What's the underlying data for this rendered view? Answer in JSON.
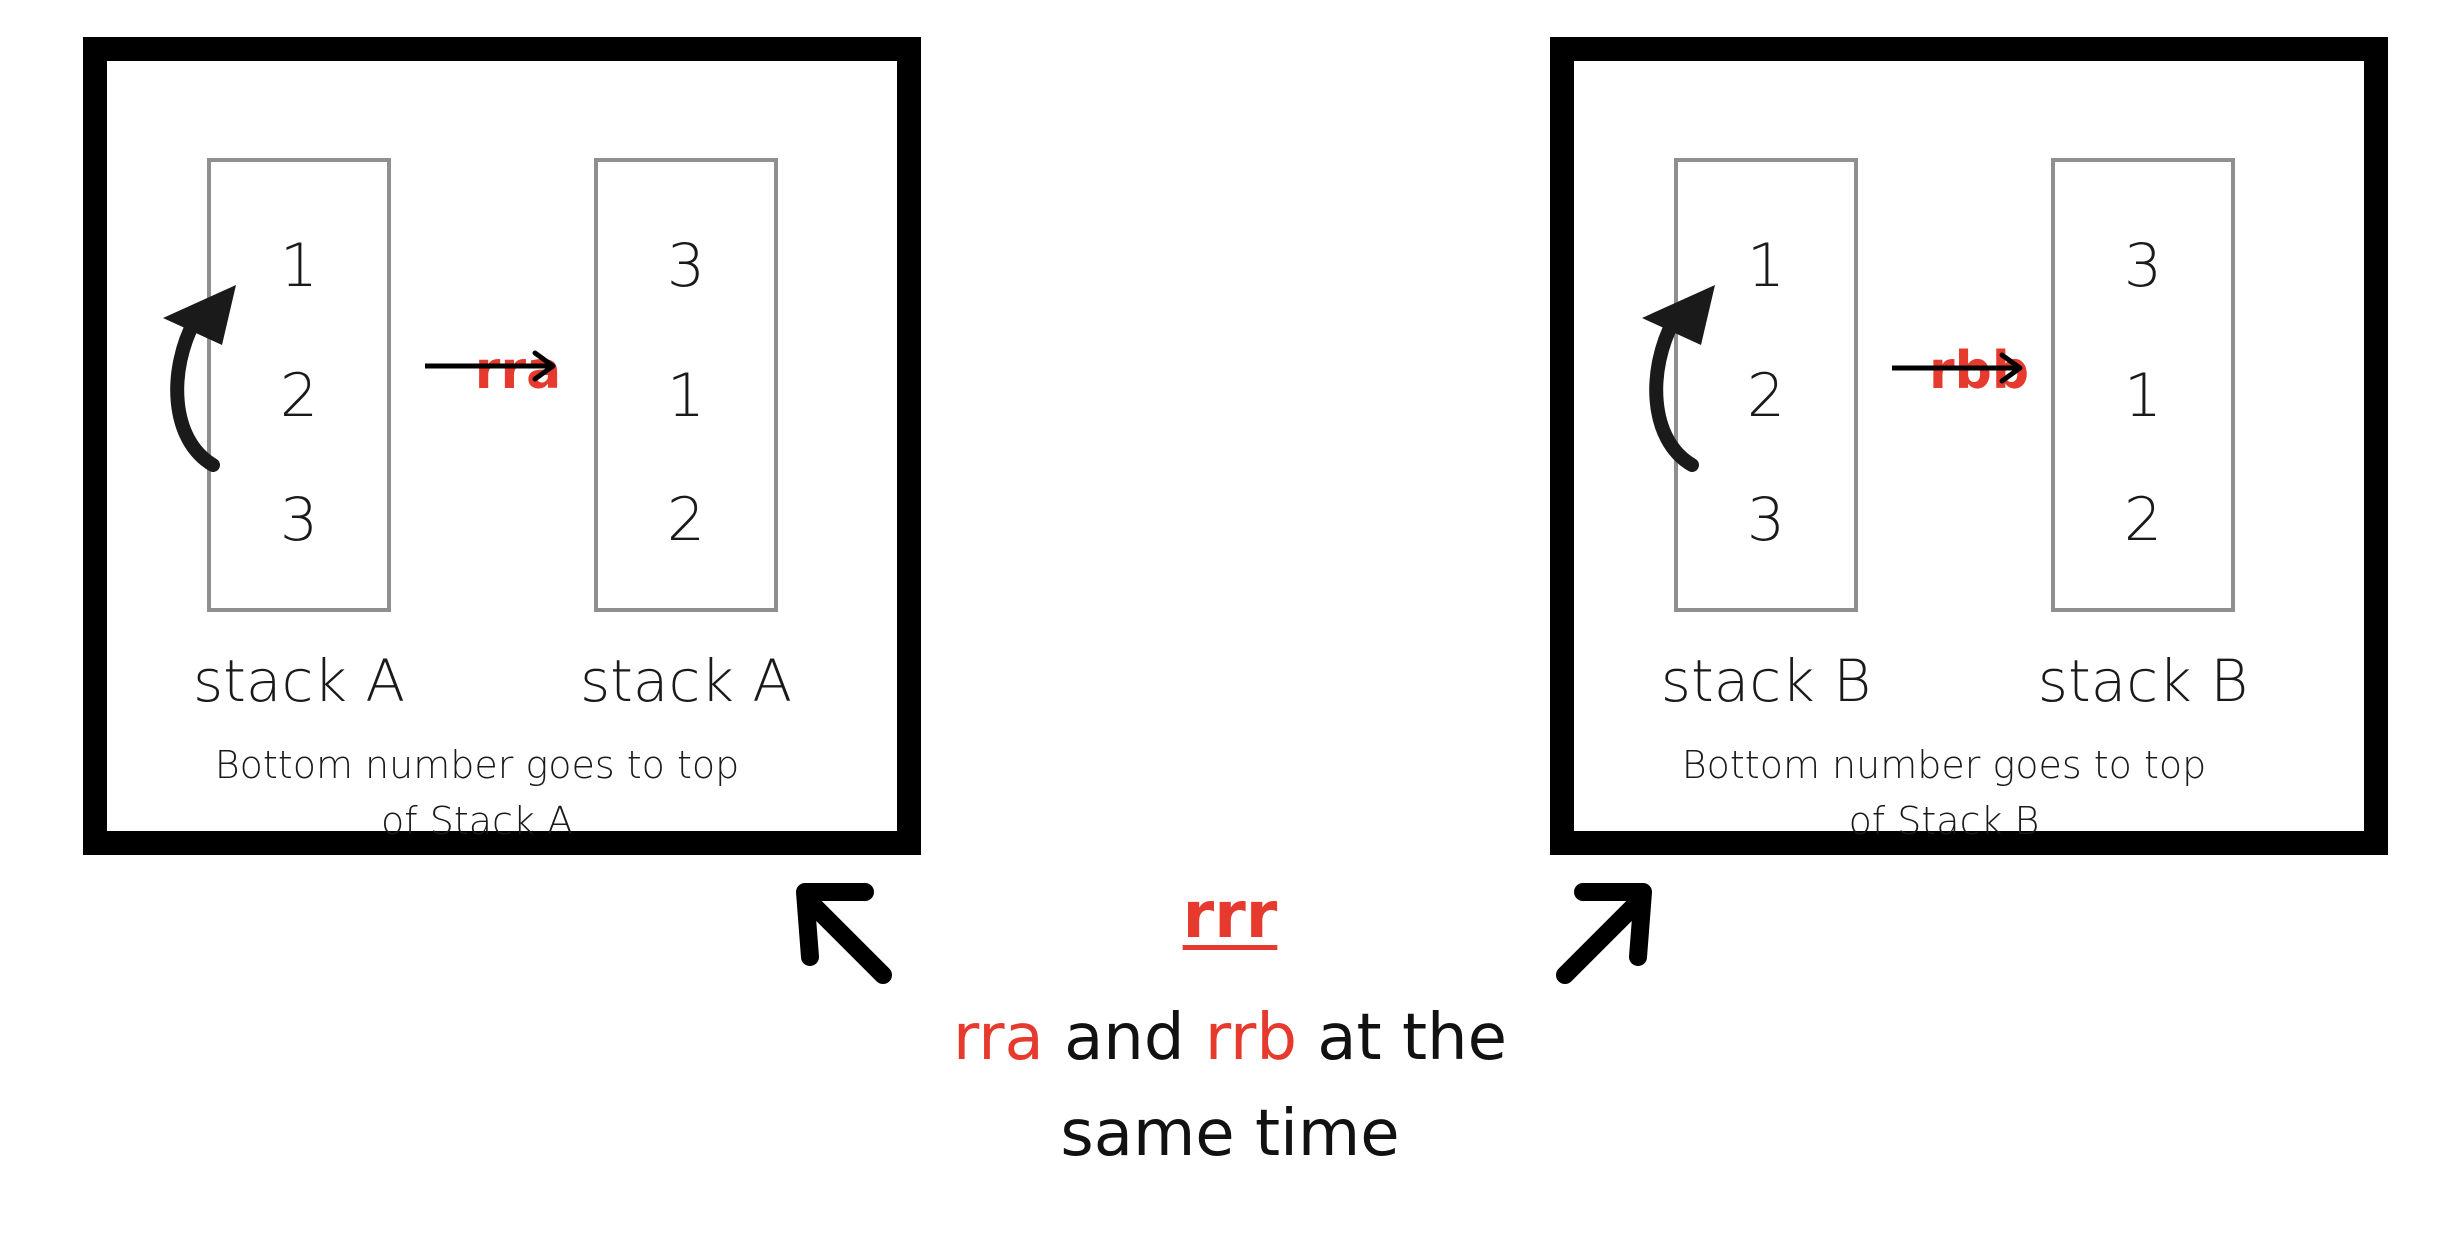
{
  "panels": {
    "a": {
      "before": {
        "values": [
          "1",
          "2",
          "3"
        ],
        "label": "stack A"
      },
      "after": {
        "values": [
          "3",
          "1",
          "2"
        ],
        "label": "stack A"
      },
      "operation": "rra",
      "caption": "Bottom number goes to top of Stack A"
    },
    "b": {
      "before": {
        "values": [
          "1",
          "2",
          "3"
        ],
        "label": "stack B"
      },
      "after": {
        "values": [
          "3",
          "1",
          "2"
        ],
        "label": "stack B"
      },
      "operation": "rbb",
      "caption": "Bottom number goes to top of Stack B"
    }
  },
  "combined": {
    "title": "rrr",
    "desc_part1": "rra",
    "desc_part2": " and ",
    "desc_part3": "rrb",
    "desc_part4": " at the same time"
  },
  "colors": {
    "accent": "#e63a2e",
    "border": "#000000",
    "stack_border": "#8f8f8f",
    "text": "#1a1a1a"
  }
}
